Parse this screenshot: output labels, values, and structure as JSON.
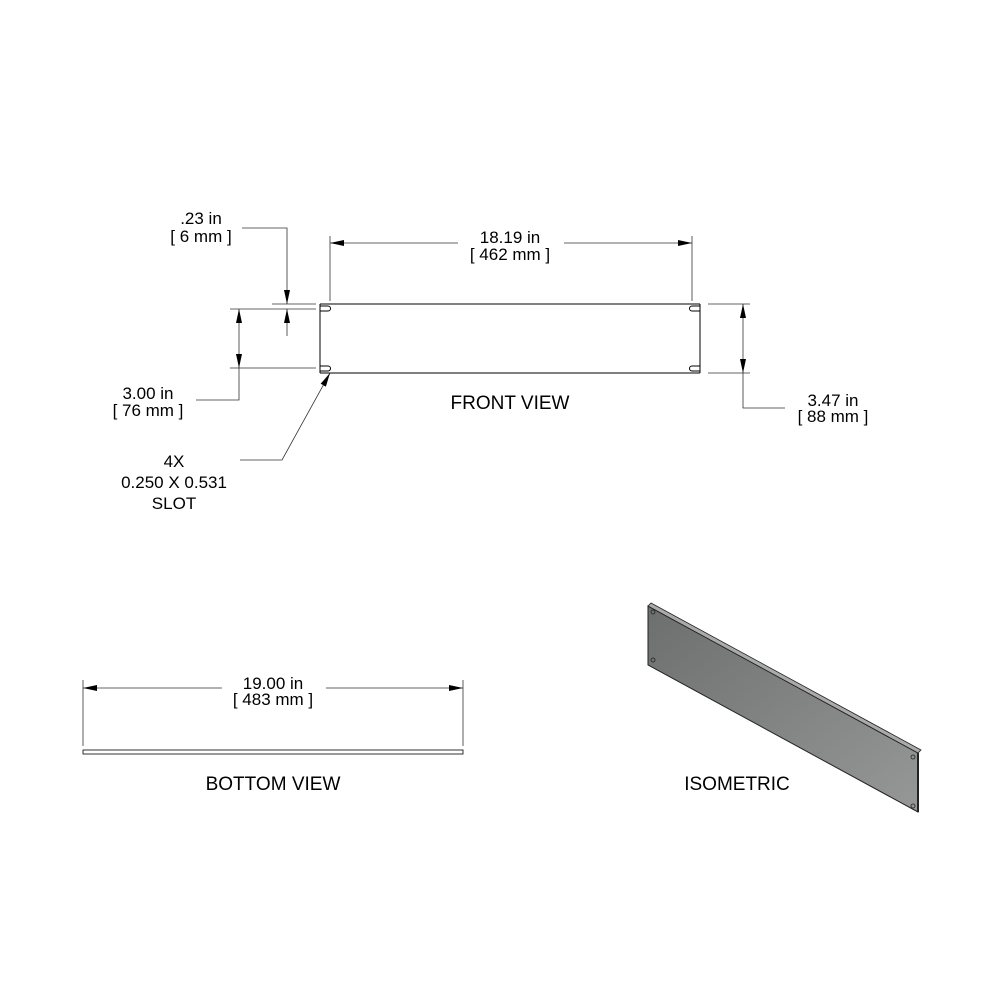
{
  "front_view": {
    "label": "FRONT VIEW",
    "width_dim": {
      "in": "18.19 in",
      "mm": "[ 462 mm ]"
    },
    "flange_dim": {
      "in": ".23 in",
      "mm": "[ 6 mm ]"
    },
    "slot_spacing_dim": {
      "in": "3.00 in",
      "mm": "[ 76 mm ]"
    },
    "height_dim": {
      "in": "3.47 in",
      "mm": "[ 88 mm ]"
    },
    "slot_note": {
      "line1": "4X",
      "line2": "0.250 X 0.531",
      "line3": "SLOT"
    }
  },
  "bottom_view": {
    "label": "BOTTOM VIEW",
    "width_dim": {
      "in": "19.00 in",
      "mm": "[ 483 mm ]"
    }
  },
  "isometric": {
    "label": "ISOMETRIC",
    "panel_color": "#7d807f"
  }
}
